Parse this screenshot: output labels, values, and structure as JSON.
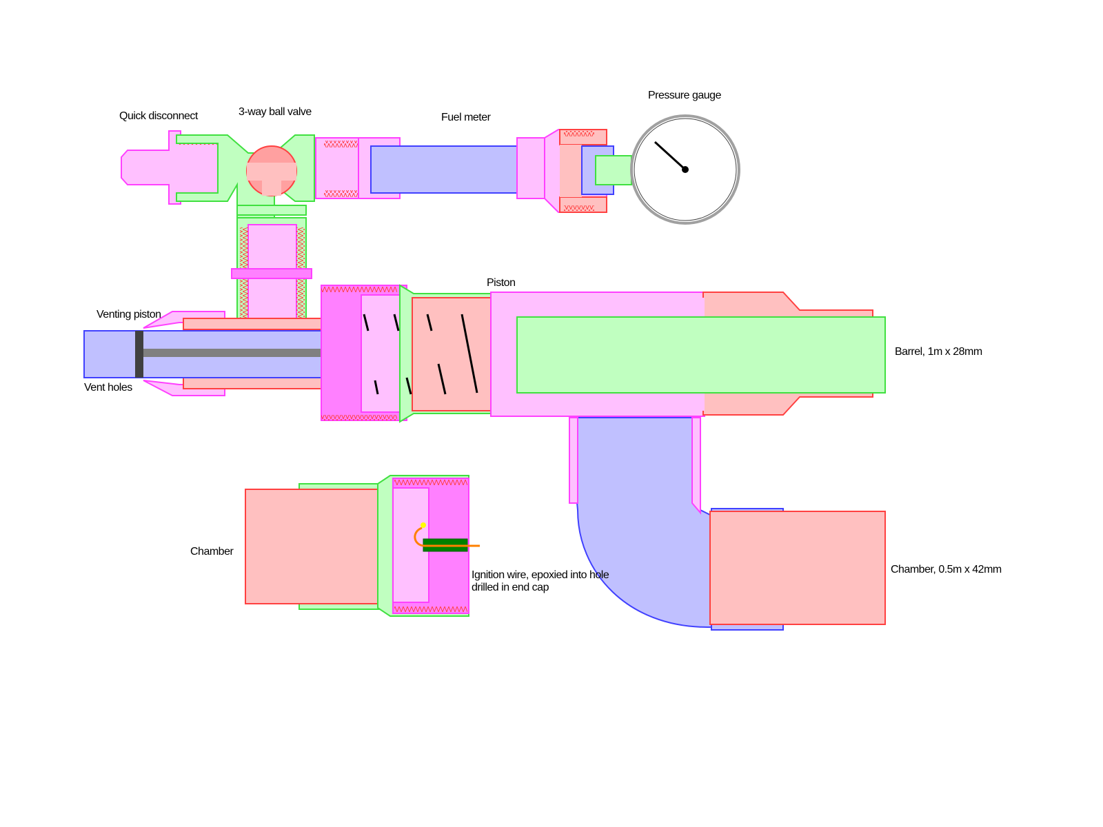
{
  "colors": {
    "green_fill": "#c0ffc0",
    "green_line": "#40e040",
    "pink_fill": "#ffc0ff",
    "pink_line": "#ff40ff",
    "magenta_fill": "#ff80ff",
    "red_fill": "#ffc0c0",
    "red_line": "#ff4040",
    "blue_fill": "#c0c0ff",
    "blue_line": "#4040ff",
    "dark_gray": "#404040",
    "gray": "#808080",
    "orange": "#ff8000",
    "yellow": "#ffff00"
  },
  "labels": {
    "quick_disconnect": "Quick disconnect",
    "ball_valve": "3-way ball valve",
    "fuel_meter": "Fuel meter",
    "pressure_gauge": "Pressure gauge",
    "piston": "Piston",
    "venting_piston": "Venting piston",
    "vent_holes": "Vent holes",
    "barrel": "Barrel, 1m x 28mm",
    "chamber_detail": "Chamber",
    "ignition_wire": "Ignition wire, epoxied into hole drilled in end cap",
    "chamber_main": "Chamber, 0.5m x 42mm"
  }
}
